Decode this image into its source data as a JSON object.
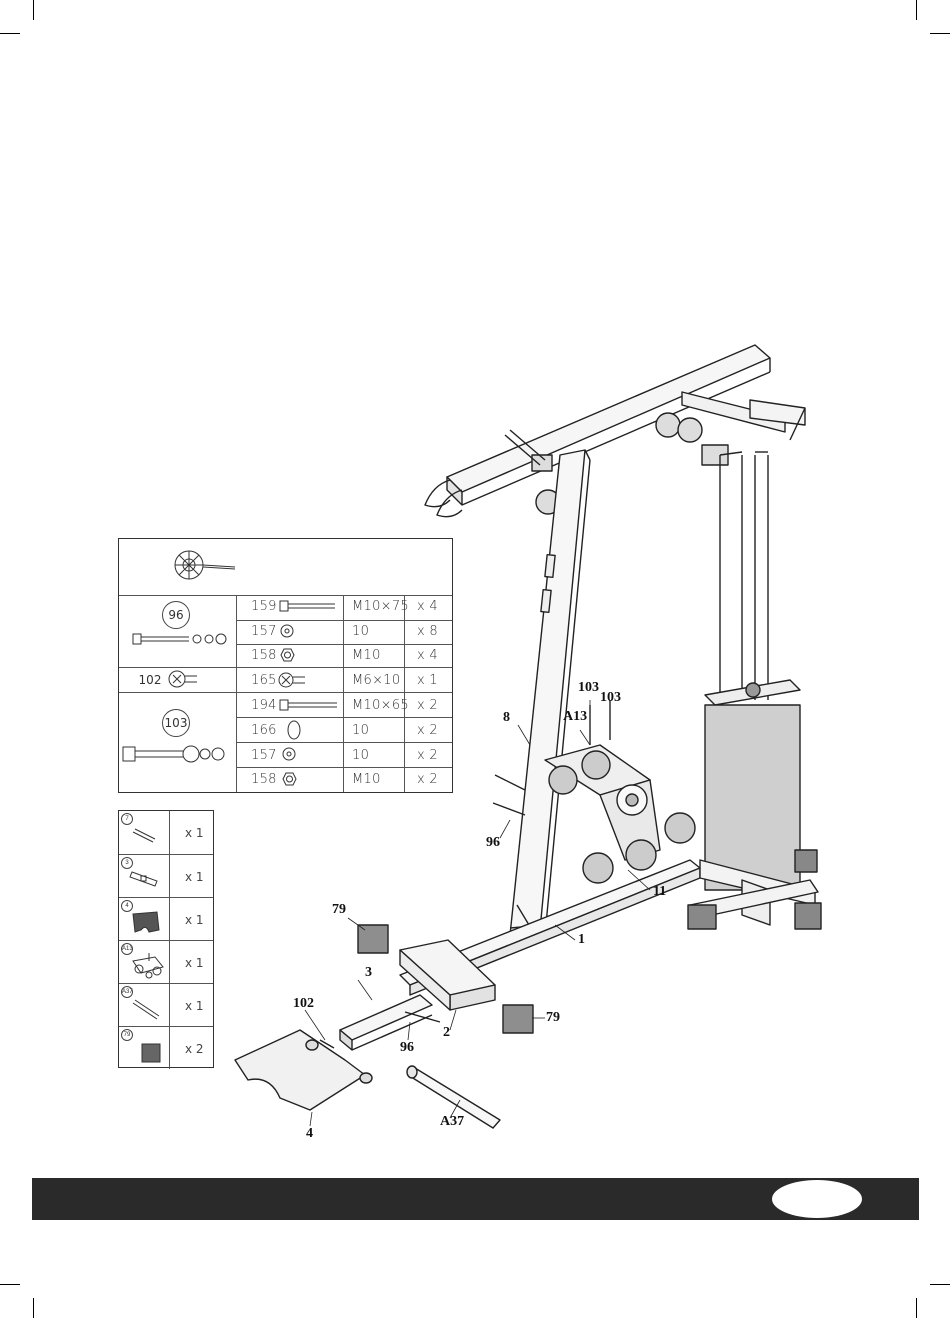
{
  "parts_table": {
    "groups": [
      {
        "id": "96",
        "label": "96"
      },
      {
        "id": "102",
        "label": "102"
      },
      {
        "id": "103",
        "label": "103"
      }
    ],
    "rows": [
      {
        "part": "159",
        "spec": "M10×75",
        "qty": "x 4"
      },
      {
        "part": "157",
        "spec": "10",
        "qty": "x 8"
      },
      {
        "part": "158",
        "spec": "M10",
        "qty": "x 4"
      },
      {
        "part": "165",
        "spec": "M6×10",
        "qty": "x 1"
      },
      {
        "part": "194",
        "spec": "M10×65",
        "qty": "x 2"
      },
      {
        "part": "166",
        "spec": "10",
        "qty": "x 2"
      },
      {
        "part": "157",
        "spec": "10",
        "qty": "x 2"
      },
      {
        "part": "158",
        "spec": "M10",
        "qty": "x 2"
      }
    ]
  },
  "contents_list": [
    {
      "tag": "7",
      "qty": "x 1"
    },
    {
      "tag": "3",
      "qty": "x 1"
    },
    {
      "tag": "4",
      "qty": "x 1"
    },
    {
      "tag": "A13",
      "qty": "x 1"
    },
    {
      "tag": "A37",
      "qty": "x 1"
    },
    {
      "tag": "79",
      "qty": "x 2"
    }
  ],
  "callouts": {
    "c8": "8",
    "cA13": "A13",
    "c103a": "103",
    "c103b": "103",
    "c96a": "96",
    "c11": "11",
    "c1": "1",
    "c79a": "79",
    "c3": "3",
    "c102": "102",
    "c96b": "96",
    "c2": "2",
    "c79b": "79",
    "c4": "4",
    "cA37": "A37"
  }
}
